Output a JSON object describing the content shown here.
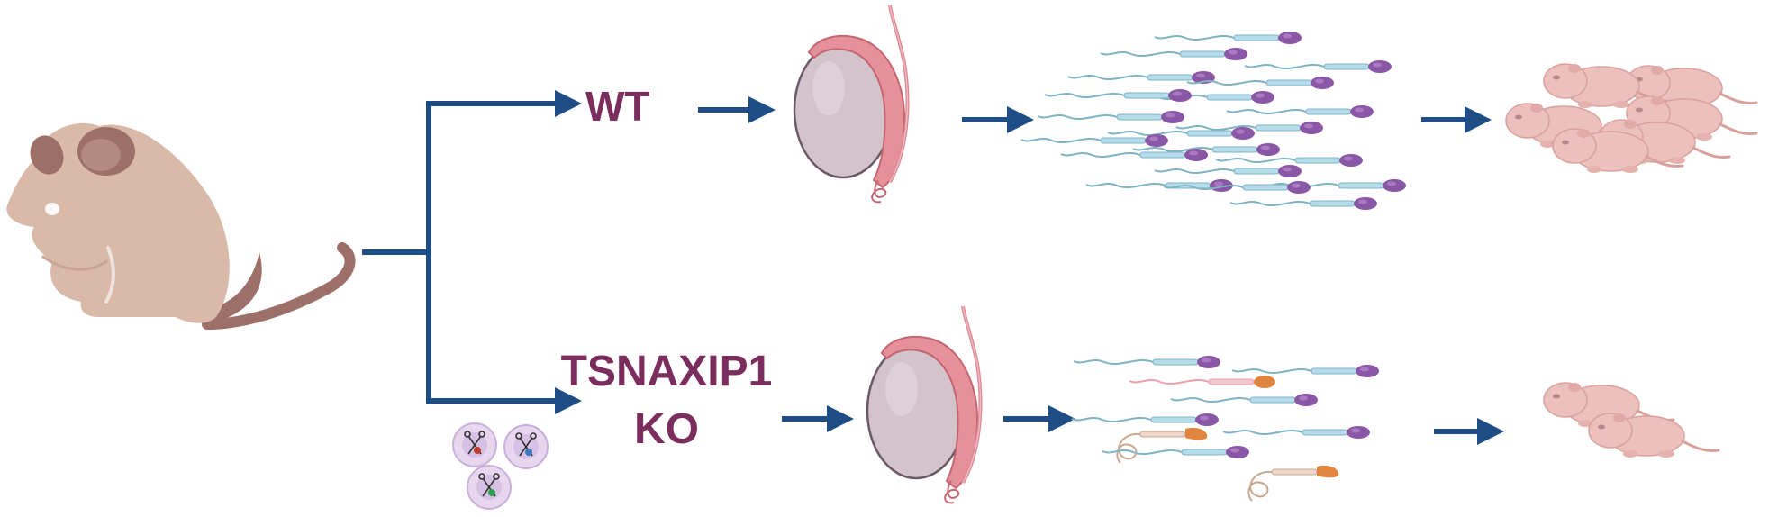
{
  "labels": {
    "wt": "WT",
    "ko_line1": "TSNAXIP1",
    "ko_line2": "KO"
  },
  "colors": {
    "arrow": "#1f4e86",
    "label": "#7b2d5e",
    "mouse_body": "#d9b9a8",
    "mouse_ear_inner": "#9c7068",
    "mouse_tail": "#9c7068",
    "testis_ball": "#d3c4cc",
    "epididymis": "#e6909a",
    "sperm_head": "#8a56a6",
    "sperm_midpiece": "#b4dcea",
    "sperm_tail": "#7fb2c4",
    "abnormal_sperm_head": "#e08540",
    "pup": "#ecc0bc",
    "embryo": "#ddcce8"
  },
  "icons": {
    "source_animal": "mouse-icon",
    "organ": "testis-icon",
    "cells": "sperm-icon",
    "offspring": "mouse-pups-icon",
    "editing": "crispr-scissors-icon"
  },
  "counts": {
    "wt_pups": 6,
    "ko_pups": 2,
    "wt_sperm": 20,
    "ko_sperm": 9
  }
}
